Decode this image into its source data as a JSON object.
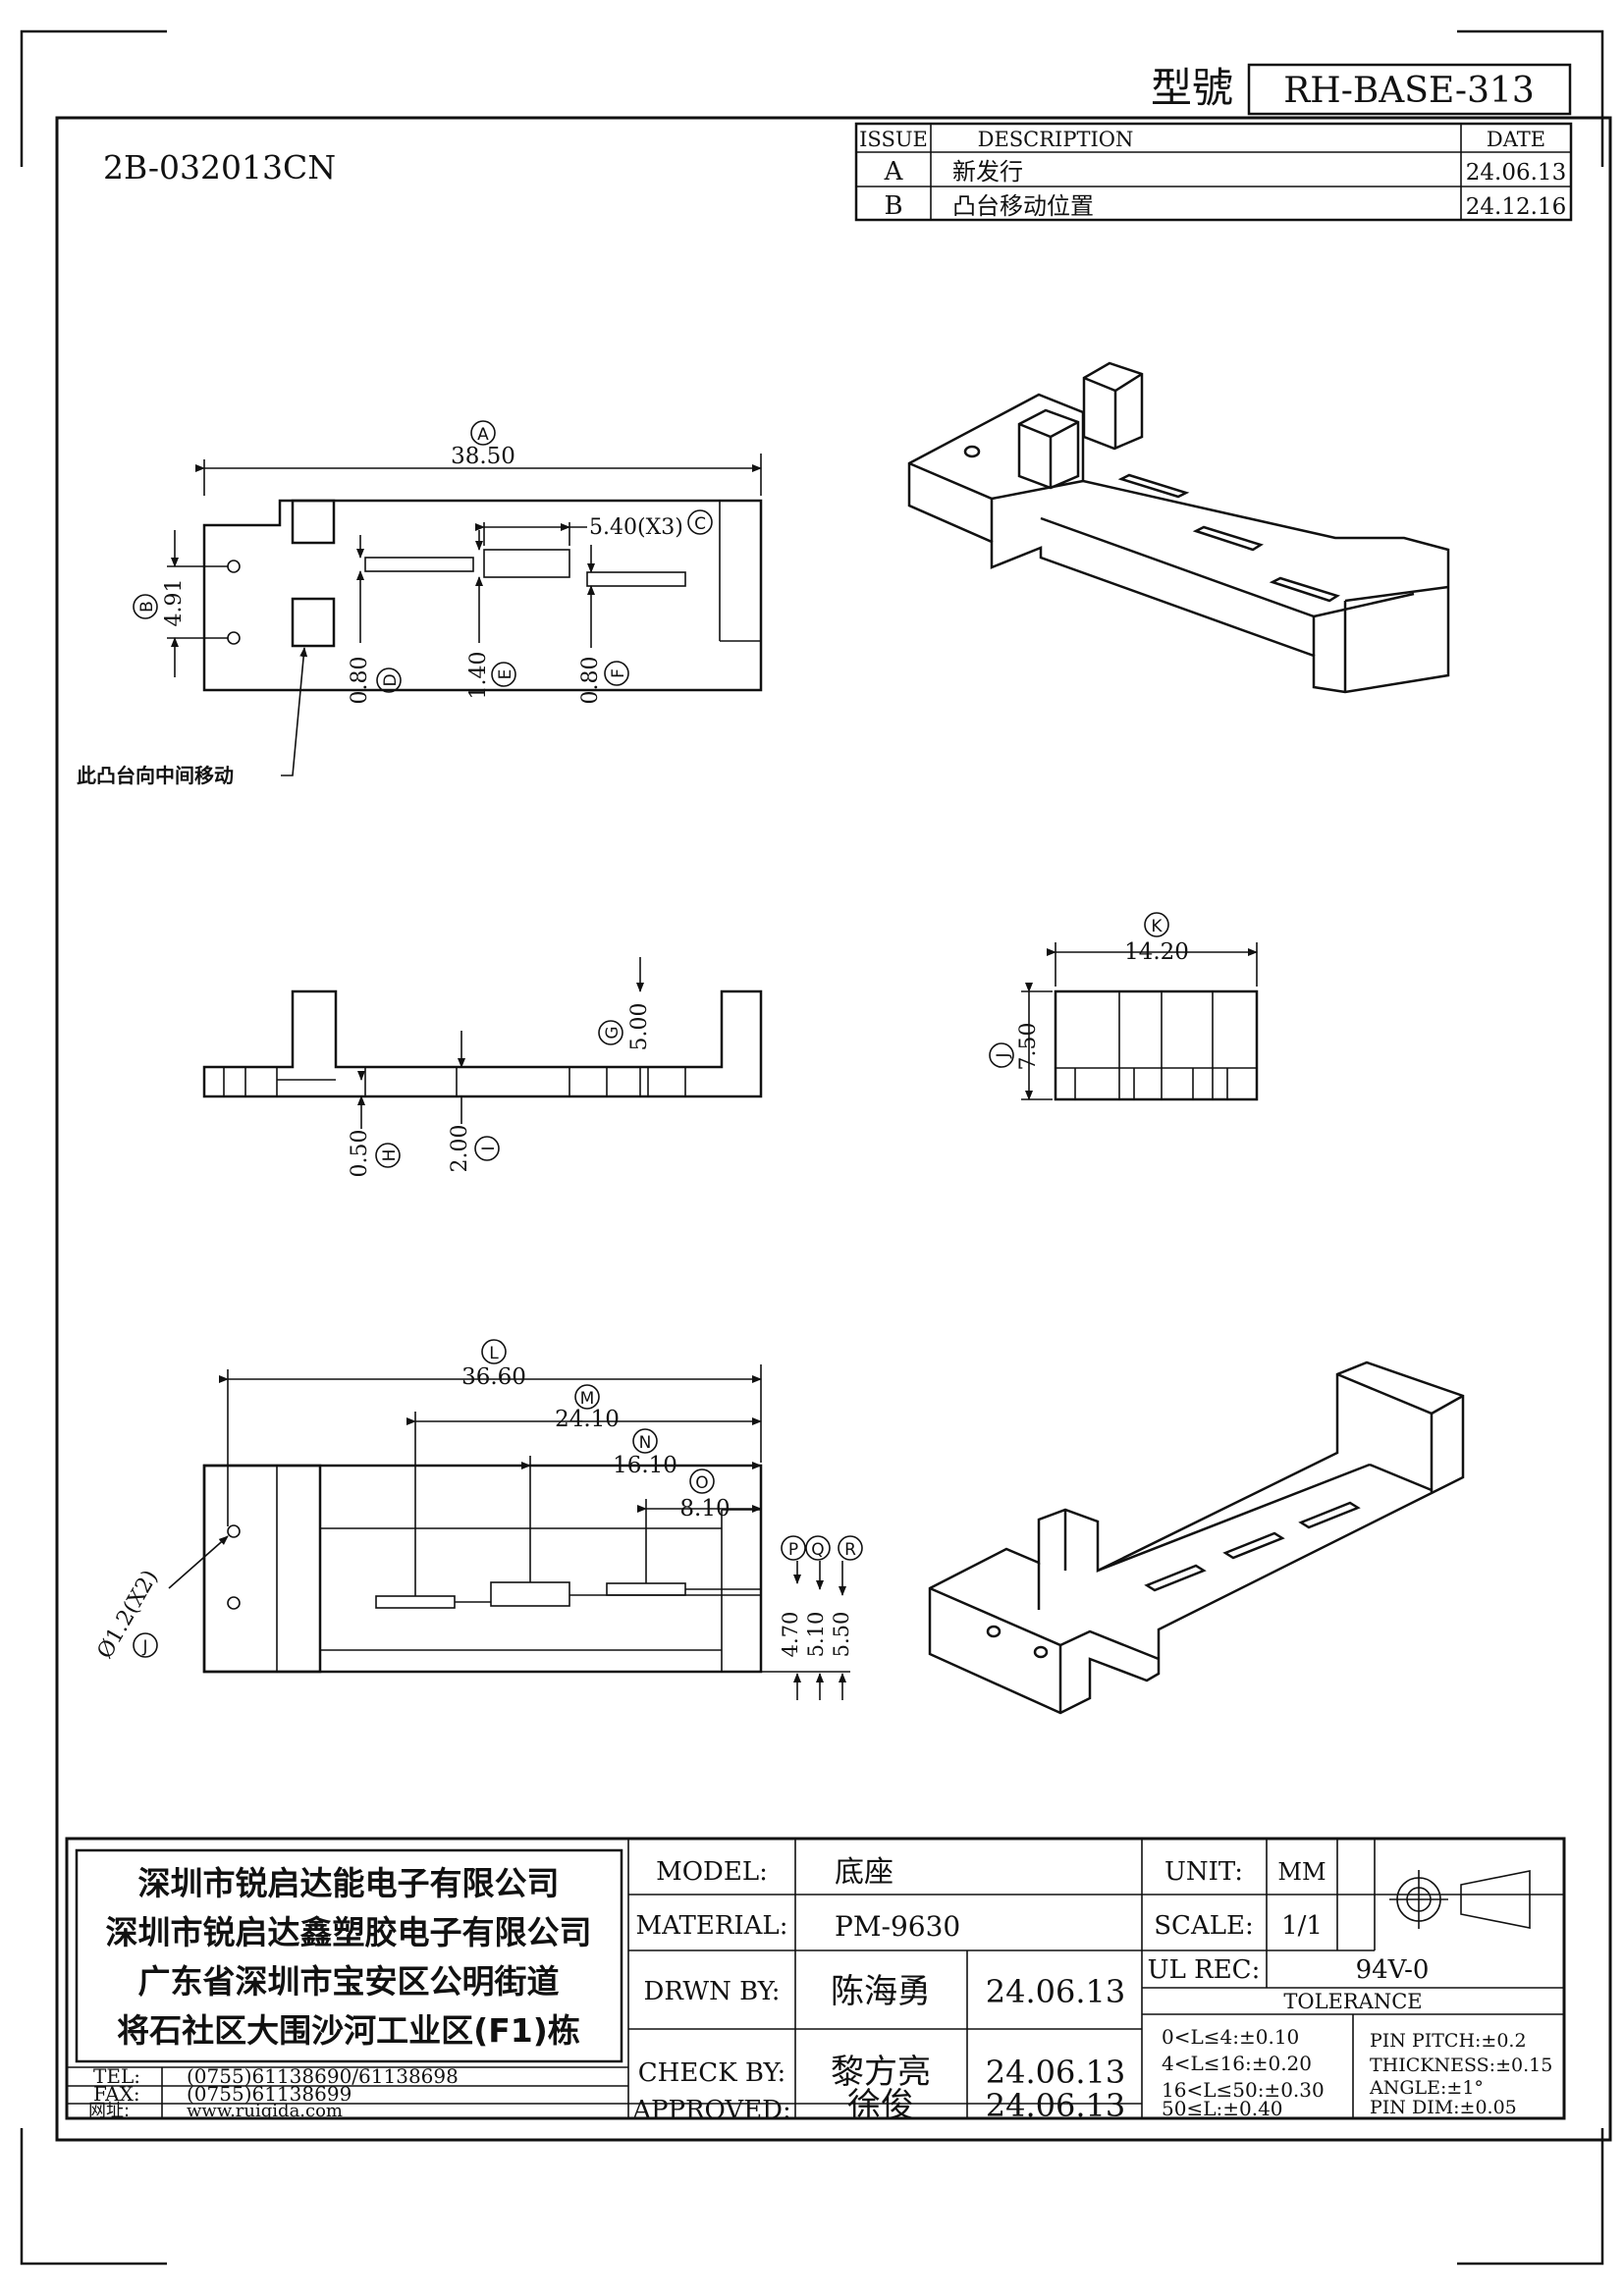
{
  "header": {
    "model_label": "型號",
    "model_value": "RH-BASE-313",
    "drawing_no": "2B-032013CN"
  },
  "revisions": {
    "col_issue": "ISSUE",
    "col_description": "DESCRIPTION",
    "col_date": "DATE",
    "rows": [
      {
        "issue": "A",
        "description": "新发行",
        "date": "24.06.13"
      },
      {
        "issue": "B",
        "description": "凸台移动位置",
        "date": "24.12.16"
      }
    ]
  },
  "dimensions": {
    "A": {
      "tag": "A",
      "value": "38.50"
    },
    "B": {
      "tag": "B",
      "value": "4.91"
    },
    "C": {
      "tag": "C",
      "value": "5.40(X3)"
    },
    "D": {
      "tag": "D",
      "value": "0.80"
    },
    "E": {
      "tag": "E",
      "value": "1.40"
    },
    "F": {
      "tag": "F",
      "value": "0.80"
    },
    "G": {
      "tag": "G",
      "value": "5.00"
    },
    "H": {
      "tag": "H",
      "value": "0.50"
    },
    "I": {
      "tag": "I",
      "value": "2.00"
    },
    "J": {
      "tag": "J",
      "value": "7.50"
    },
    "K": {
      "tag": "K",
      "value": "14.20"
    },
    "L": {
      "tag": "L",
      "value": "36.60"
    },
    "M": {
      "tag": "M",
      "value": "24.10"
    },
    "N": {
      "tag": "N",
      "value": "16.10"
    },
    "O": {
      "tag": "O",
      "value": "8.10"
    },
    "P": {
      "tag": "P",
      "value": "4.70"
    },
    "Q": {
      "tag": "Q",
      "value": "5.10"
    },
    "R": {
      "tag": "R",
      "value": "5.50"
    },
    "hole": {
      "tag": "J",
      "value": "Ø1.2(X2)"
    }
  },
  "note": "此凸台向中间移动",
  "company": {
    "line1": "深圳市锐启达能电子有限公司",
    "line2": "深圳市锐启达鑫塑胶电子有限公司",
    "line3": "广东省深圳市宝安区公明街道",
    "line4": "将石社区大围沙河工业区(F1)栋",
    "tel_label": "TEL:",
    "tel": "(0755)61138690/61138698",
    "fax_label": "FAX:",
    "fax": "(0755)61138699",
    "web_label": "网址:",
    "web": "www.ruiqida.com"
  },
  "title_block": {
    "model_label": "MODEL:",
    "model_value": "底座",
    "material_label": "MATERIAL:",
    "material_value": "PM-9630",
    "drawn_label": "DRWN BY:",
    "drawn_name": "陈海勇",
    "drawn_date": "24.06.13",
    "check_label": "CHECK BY:",
    "check_name": "黎方亮",
    "check_date": "24.06.13",
    "approved_label": "APPROVED:",
    "approved_name": "徐俊",
    "approved_date": "24.06.13",
    "unit_label": "UNIT:",
    "unit_value": "MM",
    "scale_label": "SCALE:",
    "scale_value": "1/1",
    "ul_label": "UL REC:",
    "ul_value": "94V-0",
    "tolerance_label": "TOLERANCE",
    "tol_1": "0<L≤4:±0.10",
    "tol_2": "4<L≤16:±0.20",
    "tol_3": "16<L≤50:±0.30",
    "tol_4": "50≤L:±0.40",
    "pin_pitch": "PIN PITCH:±0.2",
    "thickness": "THICKNESS:±0.15",
    "angle": "ANGLE:±1°",
    "pin_dim": "PIN DIM:±0.05"
  }
}
